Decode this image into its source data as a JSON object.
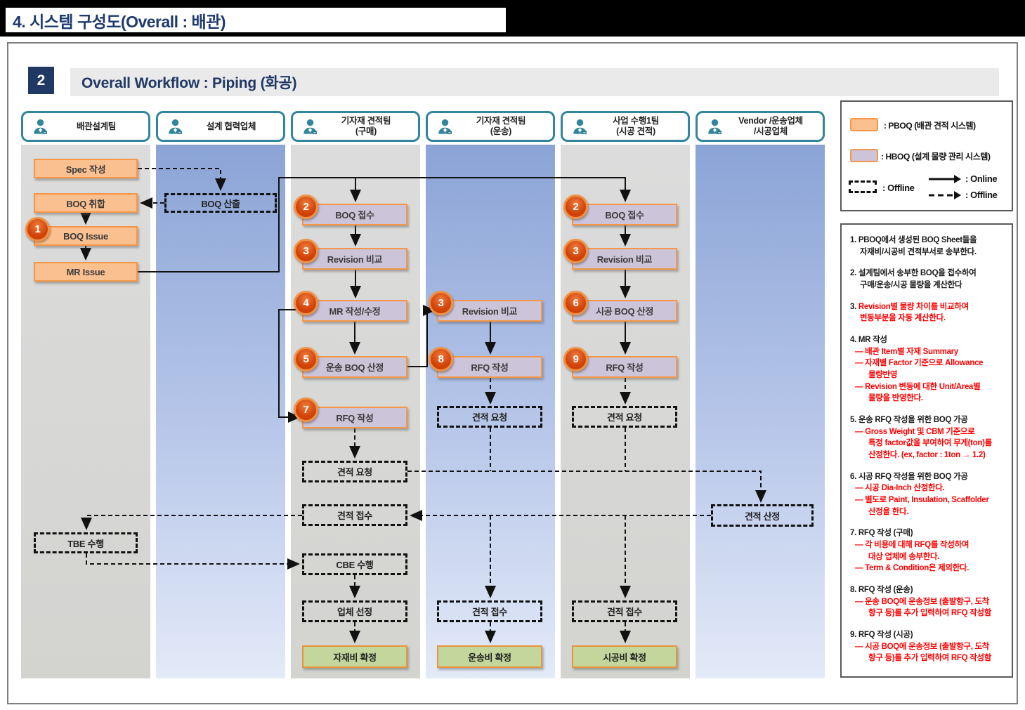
{
  "page": {
    "title": "4. 시스템 구성도(Overall : 배관)"
  },
  "header": {
    "number": "2",
    "title": "Overall Workflow : Piping (화공)"
  },
  "lanes": [
    {
      "label": "배관설계팀"
    },
    {
      "label": "설계 협력업체"
    },
    {
      "label": "기자재 견적팀",
      "label2": "(구매)"
    },
    {
      "label": "기자재 견적팀",
      "label2": "(운송)"
    },
    {
      "label": "사업 수행1팀",
      "label2": "(시공 견적)"
    },
    {
      "label": "Vendor /운송업체",
      "label2": "/시공업체"
    }
  ],
  "boxes": {
    "spec_write": {
      "label": "Spec 작성"
    },
    "boq_collect": {
      "label": "BOQ 취합"
    },
    "boq_issue": {
      "label": "BOQ Issue",
      "badge": "1"
    },
    "mr_issue": {
      "label": "MR Issue"
    },
    "tbe": {
      "label": "TBE 수행"
    },
    "boq_calc": {
      "label": "BOQ 산출"
    },
    "boq_receive_3": {
      "label": "BOQ 접수",
      "badge": "2"
    },
    "rev_compare_3": {
      "label": "Revision 비교",
      "badge": "3"
    },
    "mr_edit": {
      "label": "MR 작성/수정",
      "badge": "4"
    },
    "transport_boq": {
      "label": "운송 BOQ 산정",
      "badge": "5"
    },
    "rfq_purchase": {
      "label": "RFQ 작성",
      "badge": "7"
    },
    "quote_request_3": {
      "label": "견적 요청"
    },
    "quote_receive_3": {
      "label": "견적 접수"
    },
    "cbe": {
      "label": "CBE 수행"
    },
    "vendor_select": {
      "label": "업체 선정"
    },
    "material_cost": {
      "label": "자재비 확정"
    },
    "rev_compare_4": {
      "label": "Revision 비교",
      "badge": "3"
    },
    "rfq_transport": {
      "label": "RFQ 작성",
      "badge": "8"
    },
    "quote_request_4": {
      "label": "견적 요청"
    },
    "quote_receive_4": {
      "label": "견적 접수"
    },
    "transport_cost": {
      "label": "운송비 확정"
    },
    "boq_receive_5": {
      "label": "BOQ 접수",
      "badge": "2"
    },
    "rev_compare_5": {
      "label": "Revision 비교",
      "badge": "3"
    },
    "construct_boq": {
      "label": "시공 BOQ 산정",
      "badge": "6"
    },
    "rfq_construct": {
      "label": "RFQ 작성",
      "badge": "9"
    },
    "quote_request_5": {
      "label": "견적 요청"
    },
    "quote_receive_5": {
      "label": "견적 접수"
    },
    "construct_cost": {
      "label": "시공비 확정"
    },
    "quote_calc": {
      "label": "견적 산정"
    }
  },
  "legend": {
    "pboq": ": PBOQ (배관 견적 시스템)",
    "hboq": ": HBOQ (설계 물량 관리 시스템)",
    "offline_box": ": Offline",
    "online_arrow": ": Online",
    "offline_arrow": ": Offline"
  },
  "notes": {
    "items": [
      {
        "lines": [
          {
            "n": "1.",
            "t": "PBOQ에서 생성된 BOQ Sheet들을",
            "c": "k"
          },
          {
            "t": "자재비/시공비 견적부서로 송부한다.",
            "c": "k",
            "i": 1
          }
        ]
      },
      {
        "lines": [
          {
            "n": "2.",
            "t": "설계팀에서 송부한 BOQ을 접수하여",
            "c": "k"
          },
          {
            "t": "구매/운송/시공 물량을 계산한다",
            "c": "k",
            "i": 1
          }
        ]
      },
      {
        "lines": [
          {
            "n": "3.",
            "t": "Revision별 물량 차이를  비교하여",
            "c": "r"
          },
          {
            "t": "변동부분을 자동 계산한다.",
            "c": "r",
            "i": 1
          }
        ]
      },
      {
        "lines": [
          {
            "n": "4.",
            "t": "MR 작성",
            "c": "k"
          },
          {
            "n": "—",
            "t": "배관 Item별 자재 Summary",
            "c": "r",
            "i": 2
          },
          {
            "n": "—",
            "t": "자재별 Factor 기준으로 Allowance",
            "c": "r",
            "i": 2
          },
          {
            "t": "물량반영",
            "c": "r",
            "i": 3
          },
          {
            "n": "—",
            "t": "Revision 변동에 대한 Unit/Area별",
            "c": "r",
            "i": 2
          },
          {
            "t": "물량을 반영한다.",
            "c": "r",
            "i": 3
          }
        ]
      },
      {
        "lines": [
          {
            "n": "5.",
            "t": "운송 RFQ 작성을 위한 BOQ 가공",
            "c": "k"
          },
          {
            "n": "—",
            "t": "Gross Weight 및 CBM 기준으로",
            "c": "r",
            "i": 2
          },
          {
            "t": "특정 factor값을 부여하여 무게(ton)를",
            "c": "r",
            "i": 3
          },
          {
            "t": "산정한다. (ex, factor : 1ton → 1.2)",
            "c": "r",
            "i": 3
          }
        ]
      },
      {
        "lines": [
          {
            "n": "6.",
            "t": "시공 RFQ 작성을 위한 BOQ 가공",
            "c": "k"
          },
          {
            "n": "—",
            "t": "시공 Dia-Inch 산정한다.",
            "c": "r",
            "i": 2
          },
          {
            "n": "—",
            "t": "별도로 Paint, Insulation, Scaffolder",
            "c": "r",
            "i": 2
          },
          {
            "t": "산정을 한다.",
            "c": "r",
            "i": 3
          }
        ]
      },
      {
        "lines": [
          {
            "n": "7.",
            "t": "RFQ 작성 (구매)",
            "c": "k"
          },
          {
            "n": "—",
            "t": "각 비용에 대해 RFQ를 작성하여",
            "c": "r",
            "i": 2
          },
          {
            "t": "대상 업체에 송부한다.",
            "c": "r",
            "i": 3
          },
          {
            "n": "—",
            "t": "Term & Condition은 제외한다.",
            "c": "r",
            "i": 2
          }
        ]
      },
      {
        "lines": [
          {
            "n": "8.",
            "t": "RFQ 작성 (운송)",
            "c": "k"
          },
          {
            "n": "—",
            "t": "운송 BOQ에 운송정보 (출발항구, 도착",
            "c": "r",
            "i": 2
          },
          {
            "t": "항구 등)를 추가 입력하여 RFQ 작성함",
            "c": "r",
            "i": 3
          }
        ]
      },
      {
        "lines": [
          {
            "n": "9.",
            "t": "RFQ 작성 (시공)",
            "c": "k"
          },
          {
            "n": "—",
            "t": "시공 BOQ에 운송정보 (출발항구, 도착",
            "c": "r",
            "i": 2
          },
          {
            "t": "항구 등)를 추가 입력하여 RFQ 작성함",
            "c": "r",
            "i": 3
          }
        ]
      }
    ]
  },
  "colors": {
    "navy": "#1f3864",
    "teal": "#31859c",
    "orange_border": "#f79646",
    "pboq_fill": "#fac090",
    "hboq_fill": "#ccc4d8",
    "green_fill": "#c3d69b",
    "note_red": "#ff0000"
  }
}
